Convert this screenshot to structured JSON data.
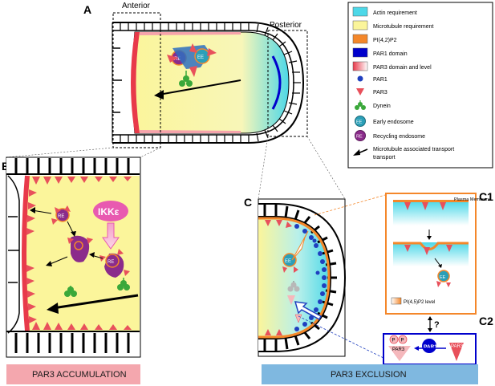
{
  "panels": {
    "a": "A",
    "b": "B",
    "c": "C",
    "c1": "C1",
    "c2": "C2",
    "q": "?"
  },
  "regions": {
    "anterior": "Anterior",
    "posterior": "Posterior"
  },
  "legend": [
    {
      "icon": "actin-swatch",
      "label": "Actin requirement",
      "color": "#4dd8e8"
    },
    {
      "icon": "microtubule-swatch",
      "label": "Microtubule requirement",
      "color": "#fbf59b"
    },
    {
      "icon": "pi42p2-swatch",
      "label": "PI(4,2)P2",
      "color": "#f4872a"
    },
    {
      "icon": "par1-domain-swatch",
      "label": "PAR1 domain",
      "color": "#0000cc"
    },
    {
      "icon": "par3-domain-swatch",
      "label": "PAR3 domain and level",
      "color": "#e83a4a"
    },
    {
      "icon": "par1-dot-icon",
      "label": "PAR1",
      "color": "#1f3fbf"
    },
    {
      "icon": "par3-triangle-icon",
      "label": "PAR3",
      "color": "#e8505b"
    },
    {
      "icon": "dynein-icon",
      "label": "Dynein",
      "color": "#3aa83a"
    },
    {
      "icon": "early-endosome-icon",
      "label": "Early endosome",
      "color": "#2b9fb8"
    },
    {
      "icon": "recycling-endosome-icon",
      "label": "Recycling endosome",
      "color": "#8b2b8b"
    },
    {
      "icon": "transport-arrow-icon",
      "label": "Microtubule associated transport",
      "color": "#000000"
    }
  ],
  "labels": {
    "re": "RE",
    "ee": "EE",
    "ikk": "IKKε",
    "plasma_membrane": "Plasma Membrane",
    "pi45p2_level": "PI(4,5)P2 level",
    "par3": "PAR3",
    "par1": "PAR1",
    "p": "P"
  },
  "banners": {
    "left": {
      "text": "PAR3 ACCUMULATION",
      "color": "#f4a7ae"
    },
    "right": {
      "text": "PAR3 EXCLUSION",
      "color": "#7fb8e0"
    }
  }
}
